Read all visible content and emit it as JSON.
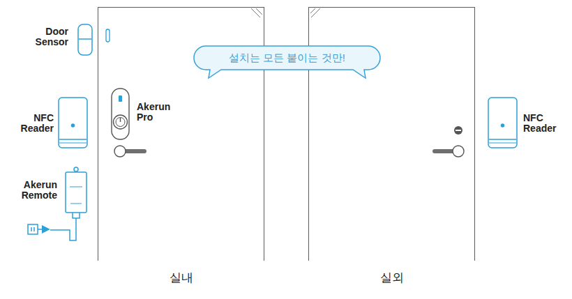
{
  "diagram": {
    "nodes": [
      {
        "text": [
          "실내"
        ]
      },
      {
        "text": [
          "실외"
        ]
      },
      {
        "text": [
          "설치는 모든 붙이는 것만!"
        ]
      }
    ],
    "labels": [
      "Door Sensor",
      "NFC Reader",
      "Akerun Remote",
      "Akerun Pro",
      "NFC Reader"
    ]
  }
}
